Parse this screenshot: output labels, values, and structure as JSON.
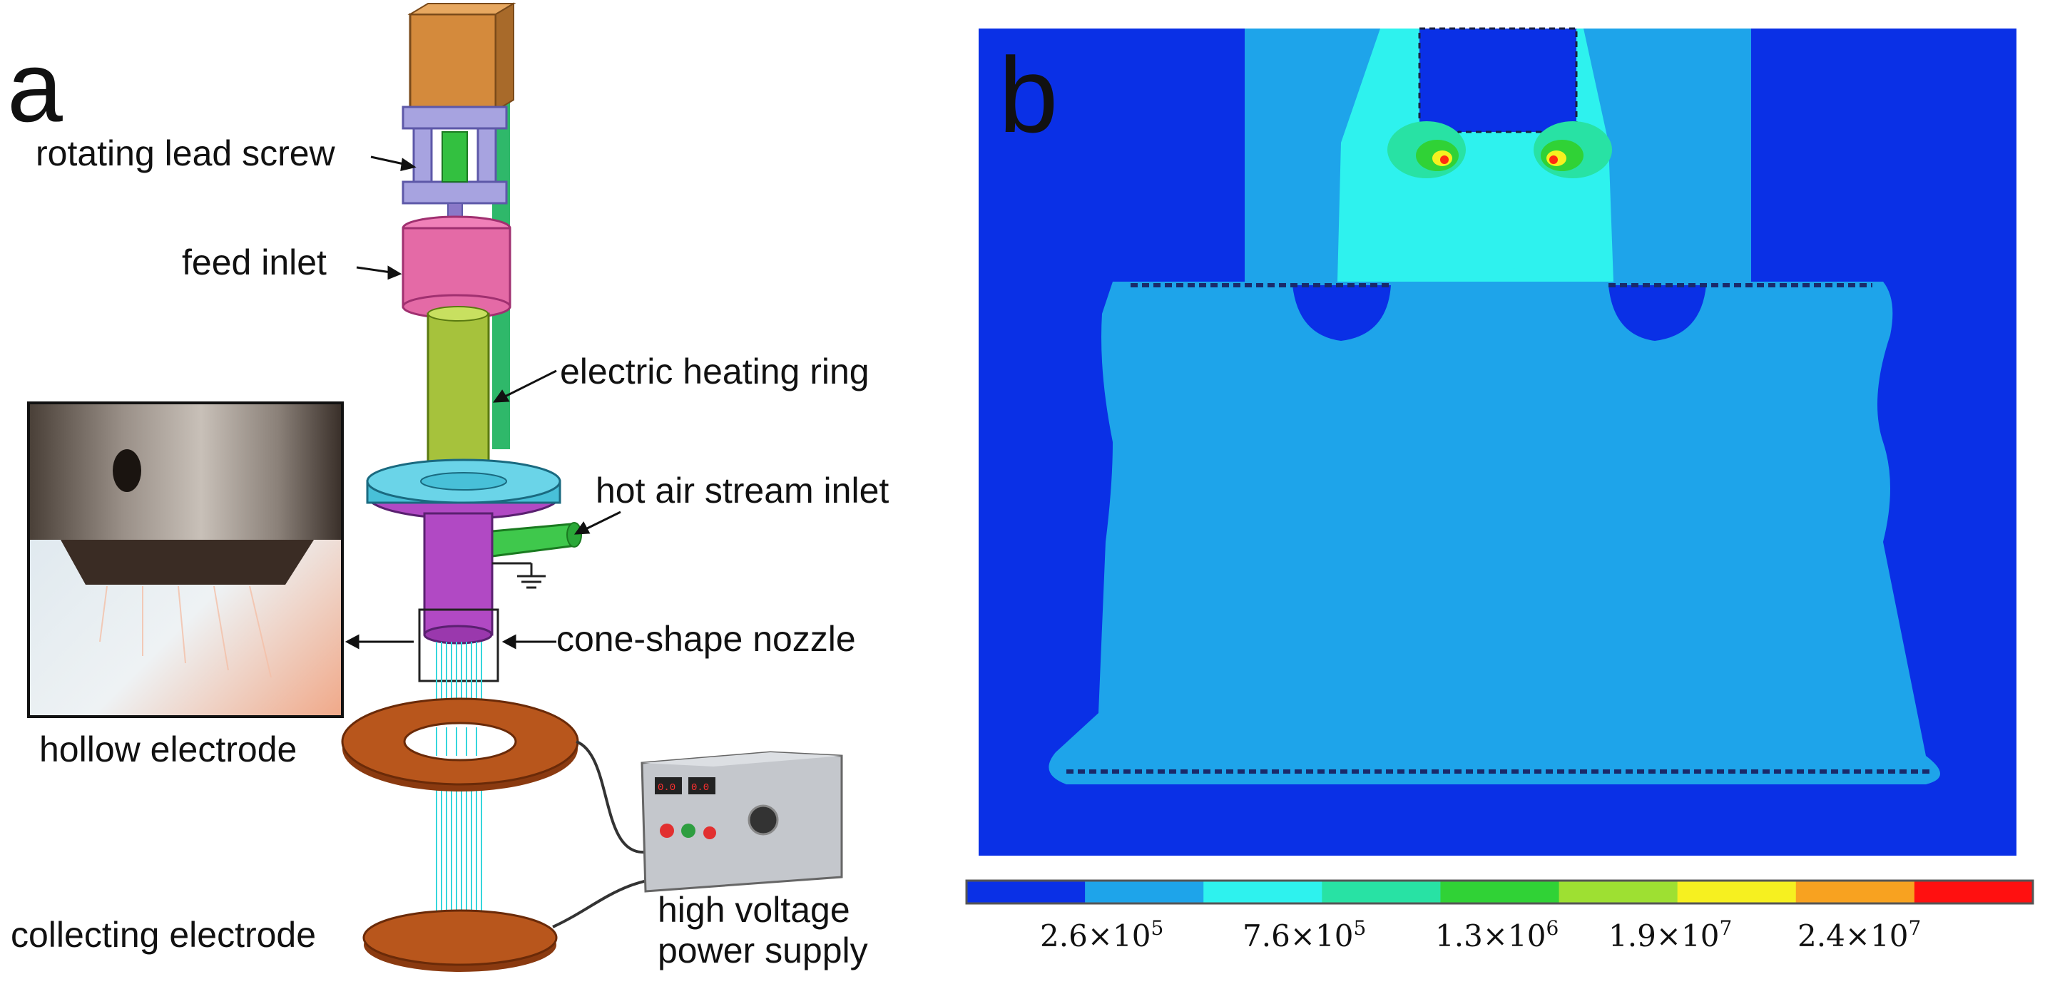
{
  "panel_a": {
    "letter": "a",
    "labels": {
      "rotating_lead_screw": "rotating lead screw",
      "feed_inlet": "feed inlet",
      "electric_heating_ring": "electric heating ring",
      "hot_air_stream_inlet": "hot air stream inlet",
      "cone_shape_nozzle": "cone-shape nozzle",
      "hollow_electrode": "hollow electrode",
      "collecting_electrode": "collecting electrode",
      "high_voltage_line1": "high voltage",
      "high_voltage_line2": "power supply"
    },
    "colors": {
      "motor": "#d48a3c",
      "frame": "#a7a3e0",
      "feed_inlet": "#e46aa6",
      "heating_ring": "#a6c23c",
      "flange": "#48c0d8",
      "nozzle_body": "#b149c4",
      "air_inlet": "#3fc84c",
      "electrode": "#b8561c",
      "jets": "#35d6dc"
    }
  },
  "panel_b": {
    "letter": "b",
    "field_colors": {
      "background": "#0a30e6",
      "bulk": "#1ea4ea",
      "upper": "#2ef2ee",
      "high": "#28e2a4",
      "tip": "#ff2a10"
    },
    "colorbar": {
      "colors": [
        "#0a30e6",
        "#1ea4ea",
        "#2ef2ee",
        "#28e2a4",
        "#30d236",
        "#9ee032",
        "#f6f020",
        "#f8a220",
        "#ff1010"
      ],
      "ticks": [
        {
          "base": "2.6×10",
          "exp": "5"
        },
        {
          "base": "7.6×10",
          "exp": "5"
        },
        {
          "base": "1.3×10",
          "exp": "6"
        },
        {
          "base": "1.9×10",
          "exp": "7"
        },
        {
          "base": "2.4×10",
          "exp": "7"
        }
      ]
    }
  }
}
